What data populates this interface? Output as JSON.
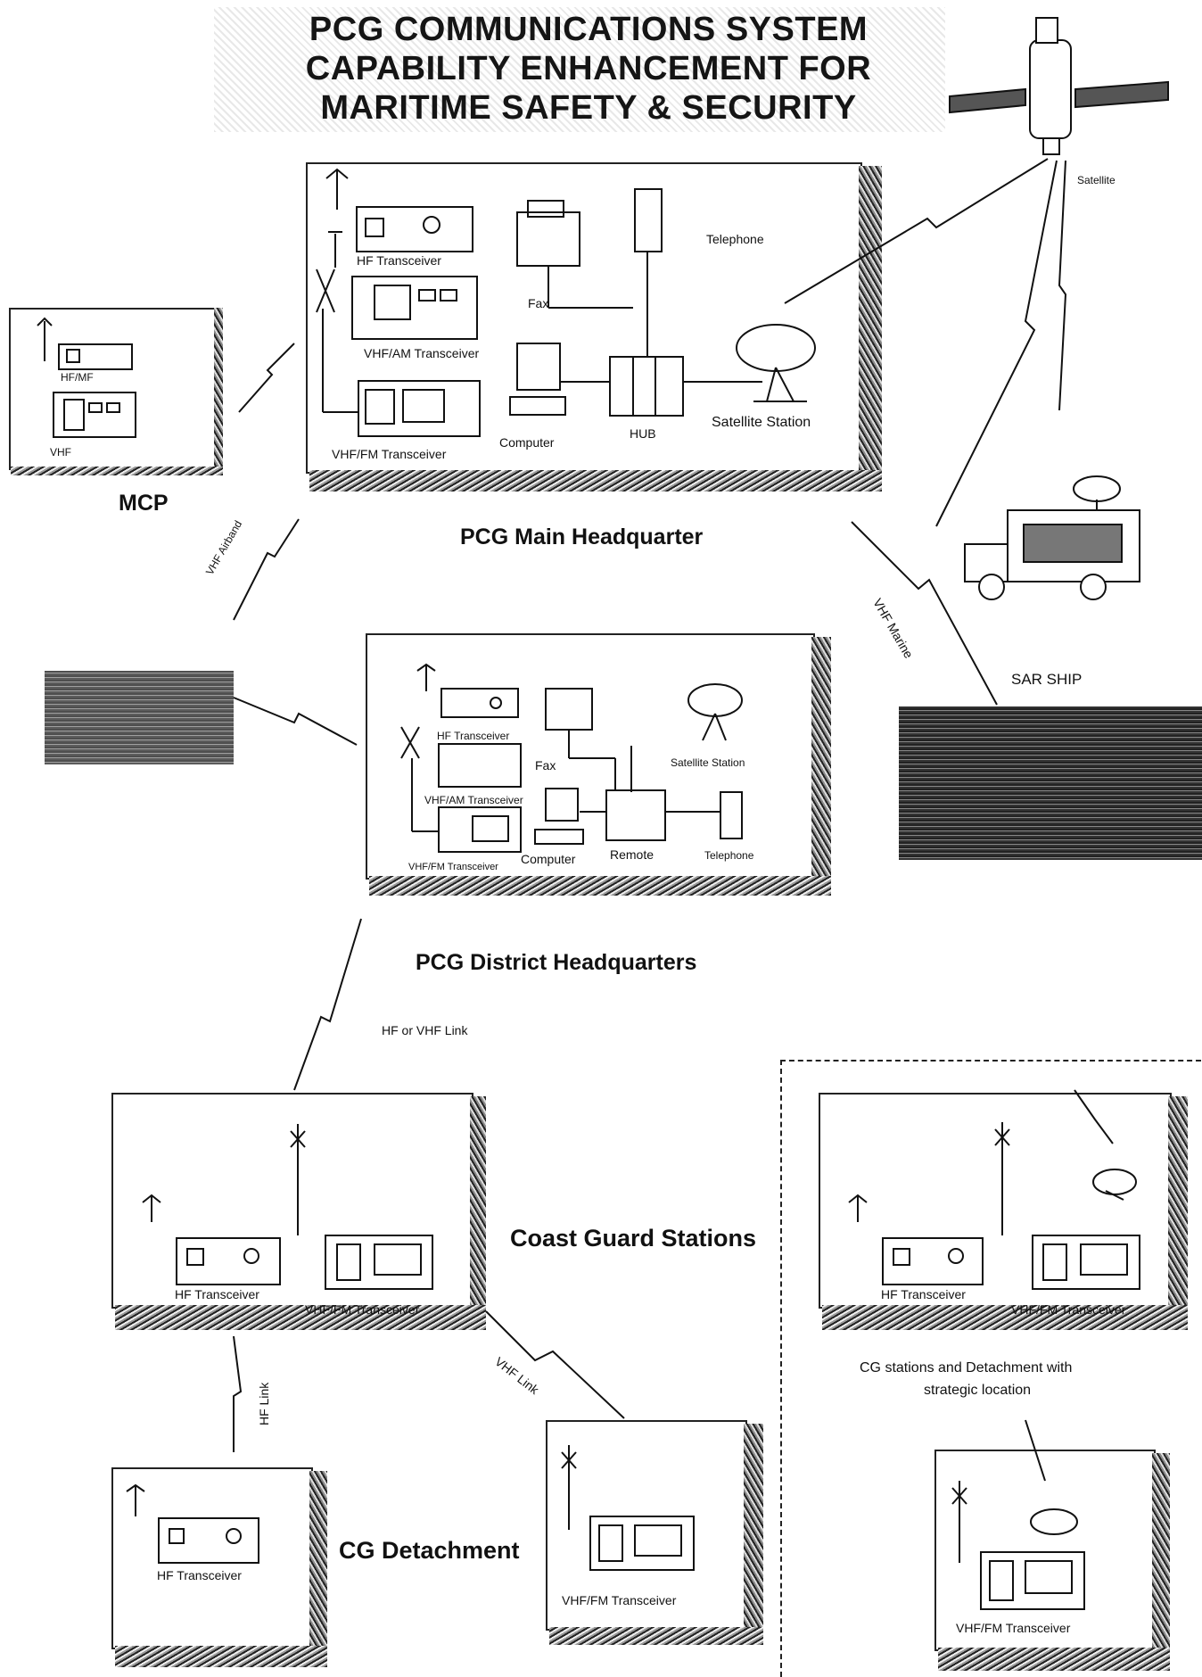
{
  "title": {
    "line1": "PCG COMMUNICATIONS SYSTEM",
    "line2": "CAPABILITY ENHANCEMENT FOR",
    "line3": "MARITIME SAFETY & SECURITY"
  },
  "satellite": {
    "label": "Satellite"
  },
  "main_hq": {
    "caption": "PCG Main Headquarter",
    "hf": "HF Transceiver",
    "vhf_am": "VHF/AM Transceiver",
    "vhf_fm": "VHF/FM Transceiver",
    "fax": "Fax",
    "telephone": "Telephone",
    "computer": "Computer",
    "hub": "HUB",
    "sat_station": "Satellite  Station"
  },
  "mcp": {
    "caption": "MCP",
    "hf_mf": "HF/MF",
    "vhf": "VHF"
  },
  "links": {
    "vhf_airband": "VHF Airband",
    "vhf_marine": "VHF Marine",
    "hf_or_vhf": "HF or VHF Link",
    "hf_link": "HF Link",
    "vhf_link": "VHF Link"
  },
  "sar_ship": {
    "caption": "SAR SHIP"
  },
  "district_hq": {
    "caption": "PCG District Headquarters",
    "hf": "HF Transceiver",
    "vhf_am": "VHF/AM Transceiver",
    "vhf_fm": "VHF/FM Transceiver",
    "fax": "Fax",
    "sat_station": "Satellite Station",
    "computer": "Computer",
    "remote": "Remote",
    "telephone": "Telephone"
  },
  "cg_stations": {
    "caption": "Coast Guard Stations",
    "hf": "HF Transceiver",
    "vhf_fm": "VHF/FM Transceiver"
  },
  "strategic": {
    "caption_line1": "CG stations and Detachment with",
    "caption_line2": "strategic location",
    "hf": "HF Transceiver",
    "vhf_fm": "VHF/FM Transceiver",
    "vhf_fm_2": "VHF/FM Transceiver"
  },
  "cg_detachment": {
    "caption": "CG Detachment",
    "hf": "HF Transceiver",
    "vhf_fm": "VHF/FM Transceiver"
  }
}
